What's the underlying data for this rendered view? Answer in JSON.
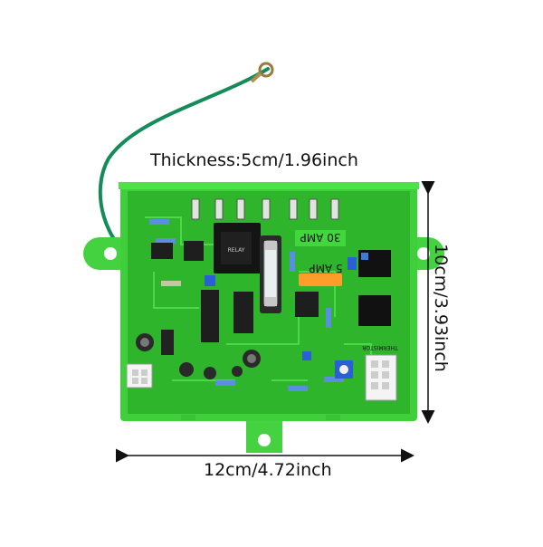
{
  "labels": {
    "thickness": "Thickness:5cm/1.96inch",
    "width": "12cm/4.72inch",
    "height": "10cm/3.93inch"
  },
  "board": {
    "relay_rating": "30 AMP",
    "fuse_rating": "5 AMP",
    "connector_label": "THERMISTOR"
  },
  "colors": {
    "board_green": "#3fcf3a",
    "wire_green": "#138c5a",
    "arrow": "#111111"
  }
}
